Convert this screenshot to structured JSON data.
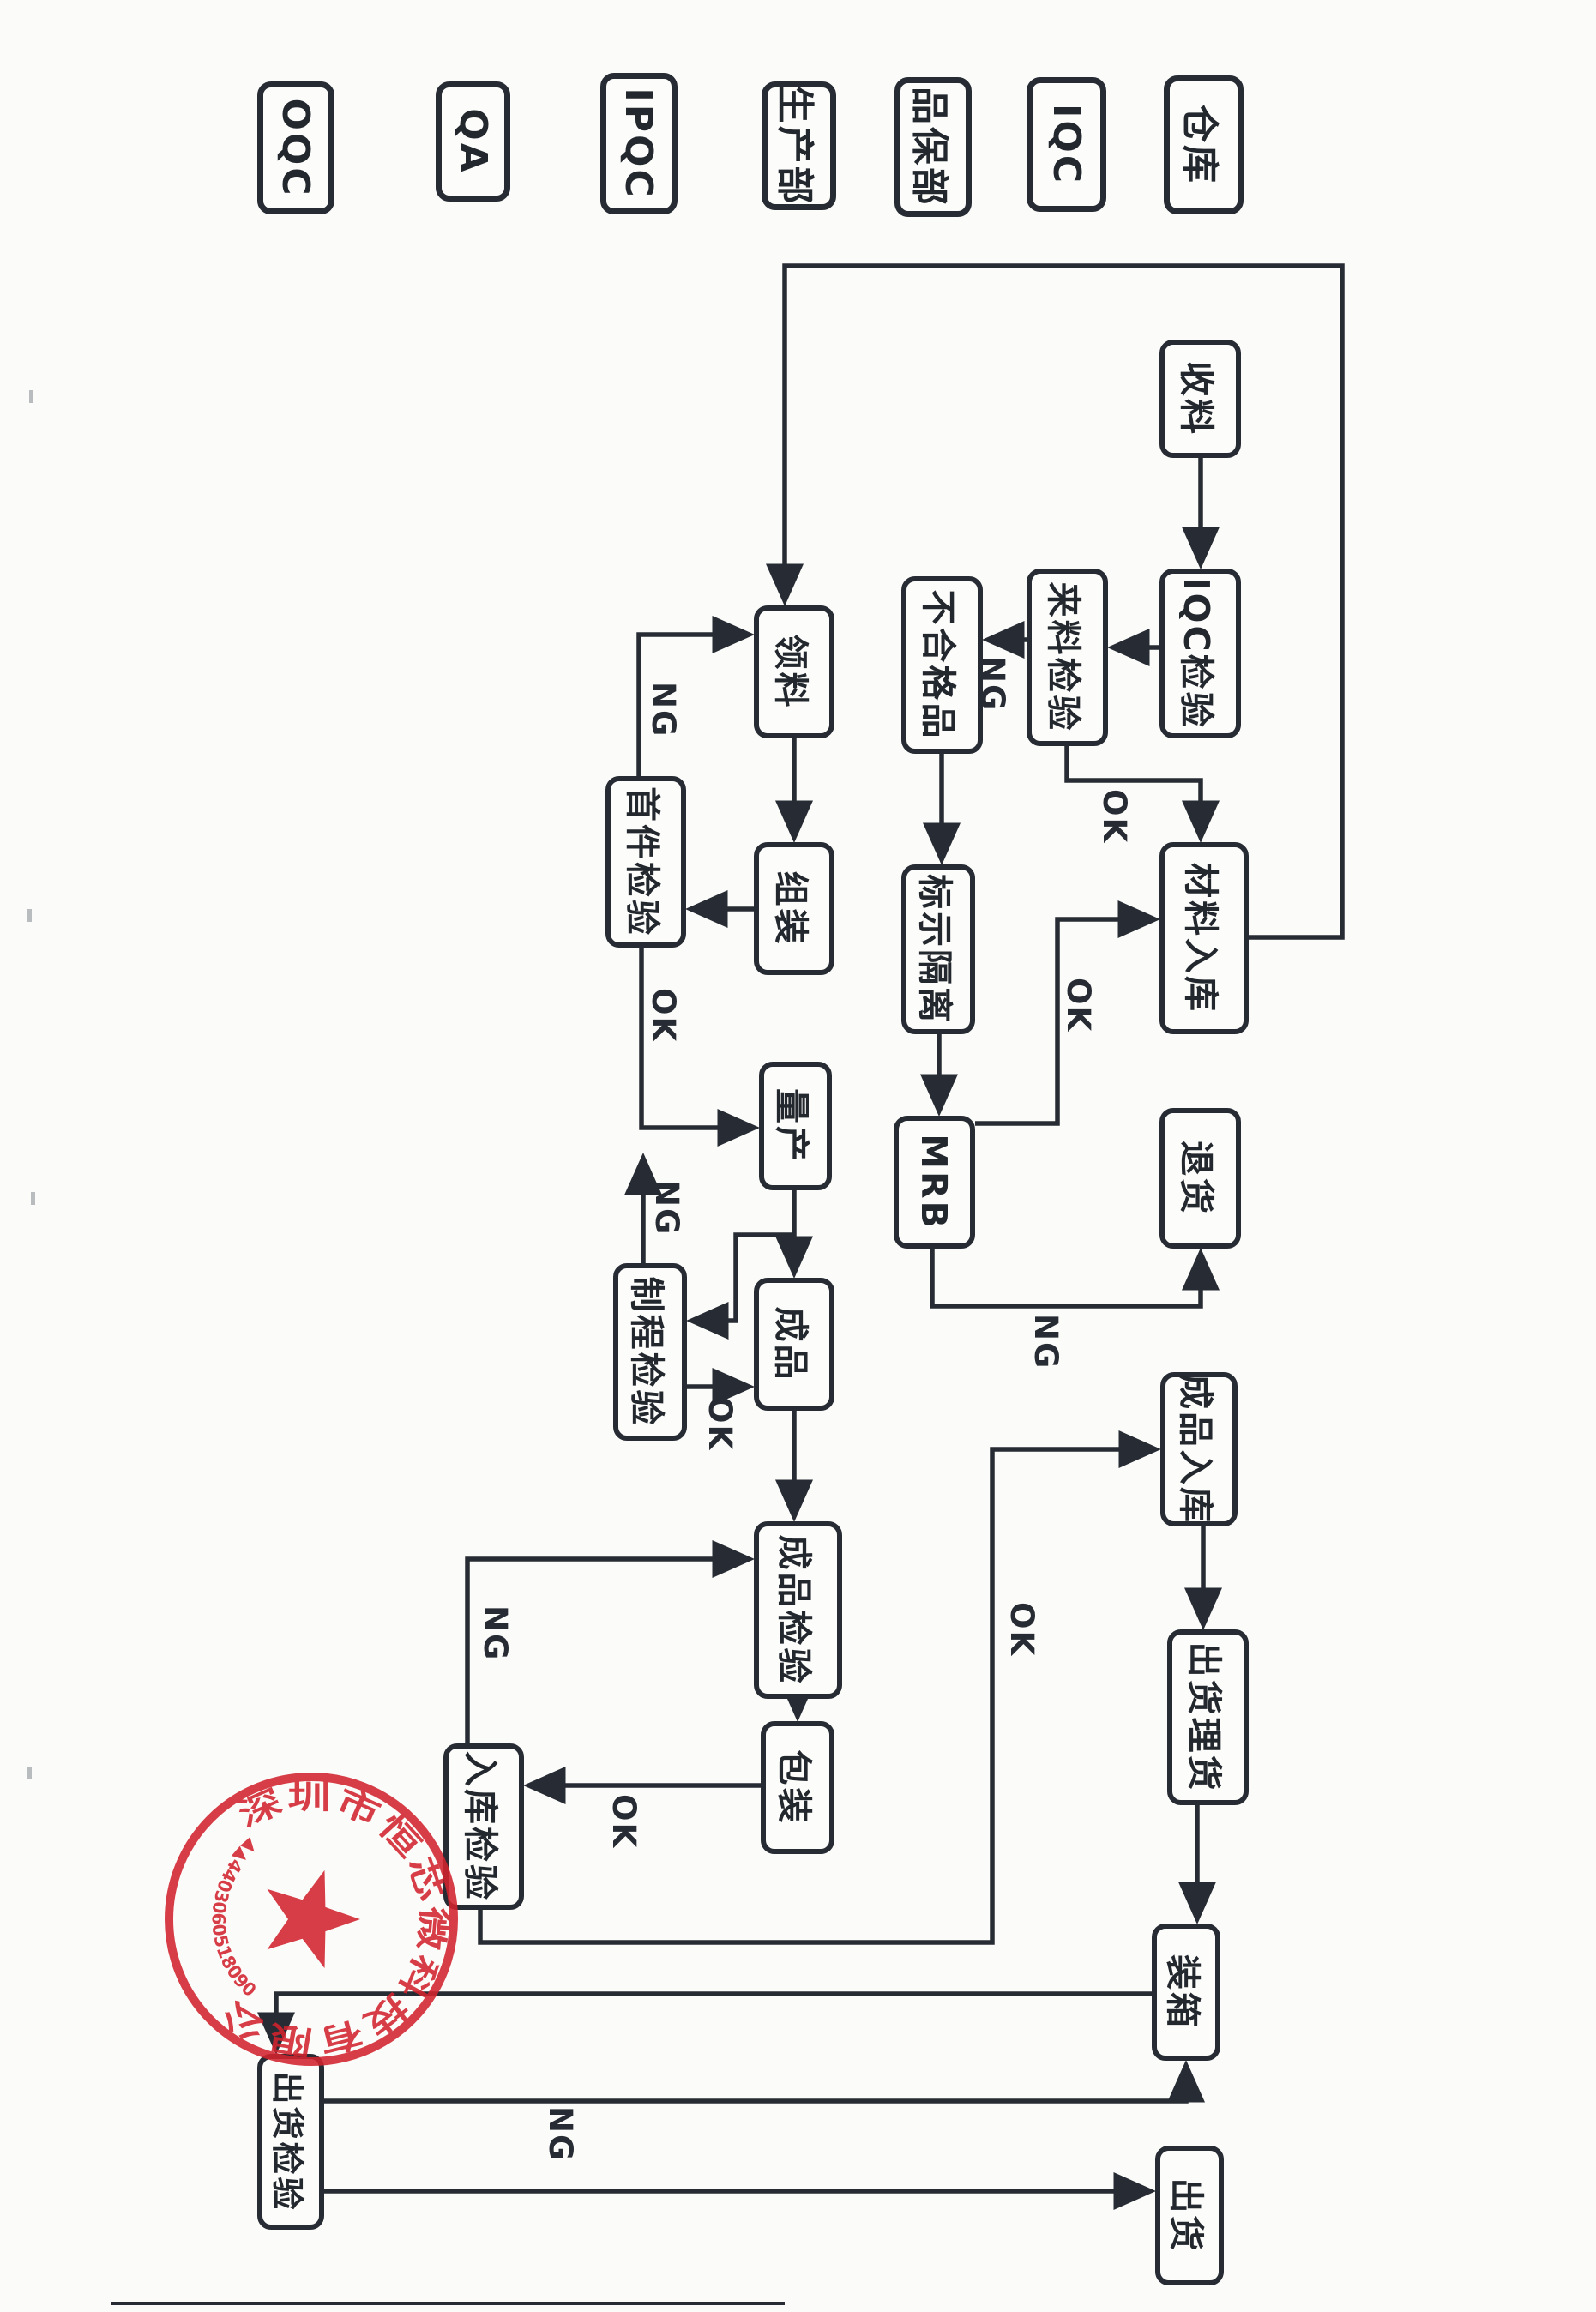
{
  "lanes": [
    {
      "id": "oqc",
      "label": "OQC"
    },
    {
      "id": "qa",
      "label": "QA"
    },
    {
      "id": "ipqc",
      "label": "IPQC"
    },
    {
      "id": "production",
      "label": "生产部"
    },
    {
      "id": "quality_dept",
      "label": "品保部"
    },
    {
      "id": "iqc",
      "label": "IQC"
    },
    {
      "id": "warehouse",
      "label": "仓库"
    }
  ],
  "nodes": {
    "receive": {
      "label": "收料"
    },
    "iqc_inspection": {
      "label": "IQC检验"
    },
    "incoming_inspection": {
      "label": "来料检验"
    },
    "nonconforming": {
      "label": "不合格品"
    },
    "material_storage": {
      "label": "材料入库"
    },
    "mark_isolate": {
      "label": "标示隔离"
    },
    "mrb": {
      "label": "MRB"
    },
    "return_goods": {
      "label": "退货"
    },
    "pick_material": {
      "label": "领料"
    },
    "assembly": {
      "label": "组装"
    },
    "first_article": {
      "label": "首件检验"
    },
    "mass_production": {
      "label": "量产"
    },
    "process_inspection": {
      "label": "制程检验"
    },
    "finished_product": {
      "label": "成品"
    },
    "fqc": {
      "label": "成品检验"
    },
    "packing": {
      "label": "包装"
    },
    "storage_inspection": {
      "label": "入库检验"
    },
    "fg_storage": {
      "label": "成品入库"
    },
    "shipping_prep": {
      "label": "出货理货"
    },
    "crating": {
      "label": "装箱"
    },
    "shipping": {
      "label": "出货"
    },
    "oqc_inspection": {
      "label": "出货检验"
    }
  },
  "edges": {
    "incoming_ng": {
      "label": "NG"
    },
    "incoming_ok": {
      "label": "OK"
    },
    "mrb_ok": {
      "label": "OK"
    },
    "mrb_ng": {
      "label": "NG"
    },
    "first_article_ng": {
      "label": "NG"
    },
    "first_article_ok": {
      "label": "OK"
    },
    "process_ng": {
      "label": "NG"
    },
    "process_ok": {
      "label": "OK"
    },
    "packing_ok": {
      "label": "OK"
    },
    "storage_ng": {
      "label": "NG"
    },
    "storage_ok": {
      "label": "OK"
    },
    "oqc_ng": {
      "label": "NG"
    }
  },
  "stamp": {
    "company": "深圳市恒芯微科技有限公司",
    "serial": "▲▲4403060518090",
    "color": "#d2232e"
  },
  "colors": {
    "ink": "#272c34",
    "paper": "#fbfbf9"
  }
}
